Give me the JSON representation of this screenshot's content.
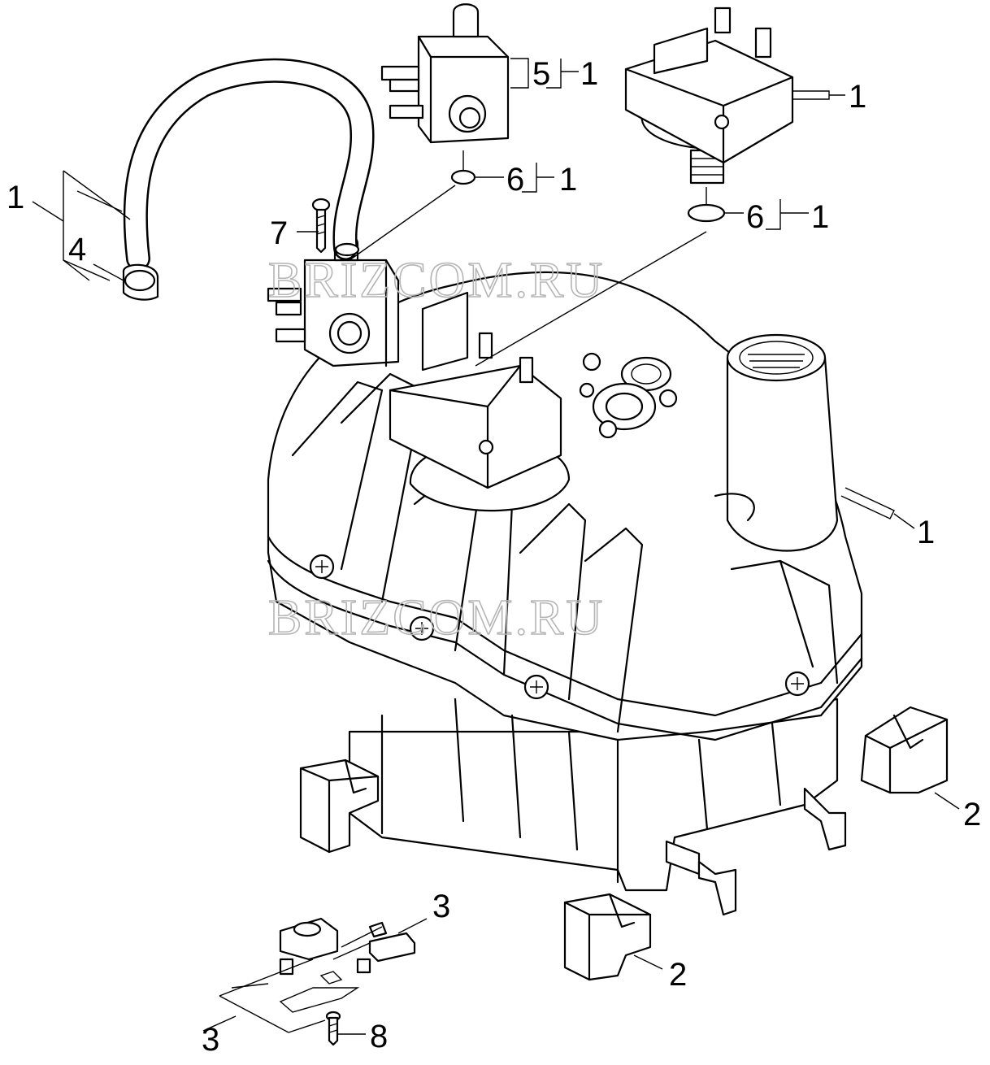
{
  "watermark": "BRIZCOM.RU",
  "callouts": {
    "hose": {
      "num": "1"
    },
    "clip": {
      "num": "4"
    },
    "screw_top": {
      "num": "7"
    },
    "valve_pos": {
      "num": "5"
    },
    "valve_qty": {
      "num": "1"
    },
    "oring_left_pos": {
      "num": "6"
    },
    "oring_left_qty": {
      "num": "1"
    },
    "pressure_switch_qty": {
      "num": "1"
    },
    "oring_right_pos": {
      "num": "6"
    },
    "oring_right_qty": {
      "num": "1"
    },
    "boiler_qty": {
      "num": "1"
    },
    "foot_right": {
      "num": "2"
    },
    "foot_bottom": {
      "num": "2"
    },
    "thermostat_top": {
      "num": "3"
    },
    "thermostat_bottom": {
      "num": "3"
    },
    "screw_bottom": {
      "num": "8"
    }
  }
}
